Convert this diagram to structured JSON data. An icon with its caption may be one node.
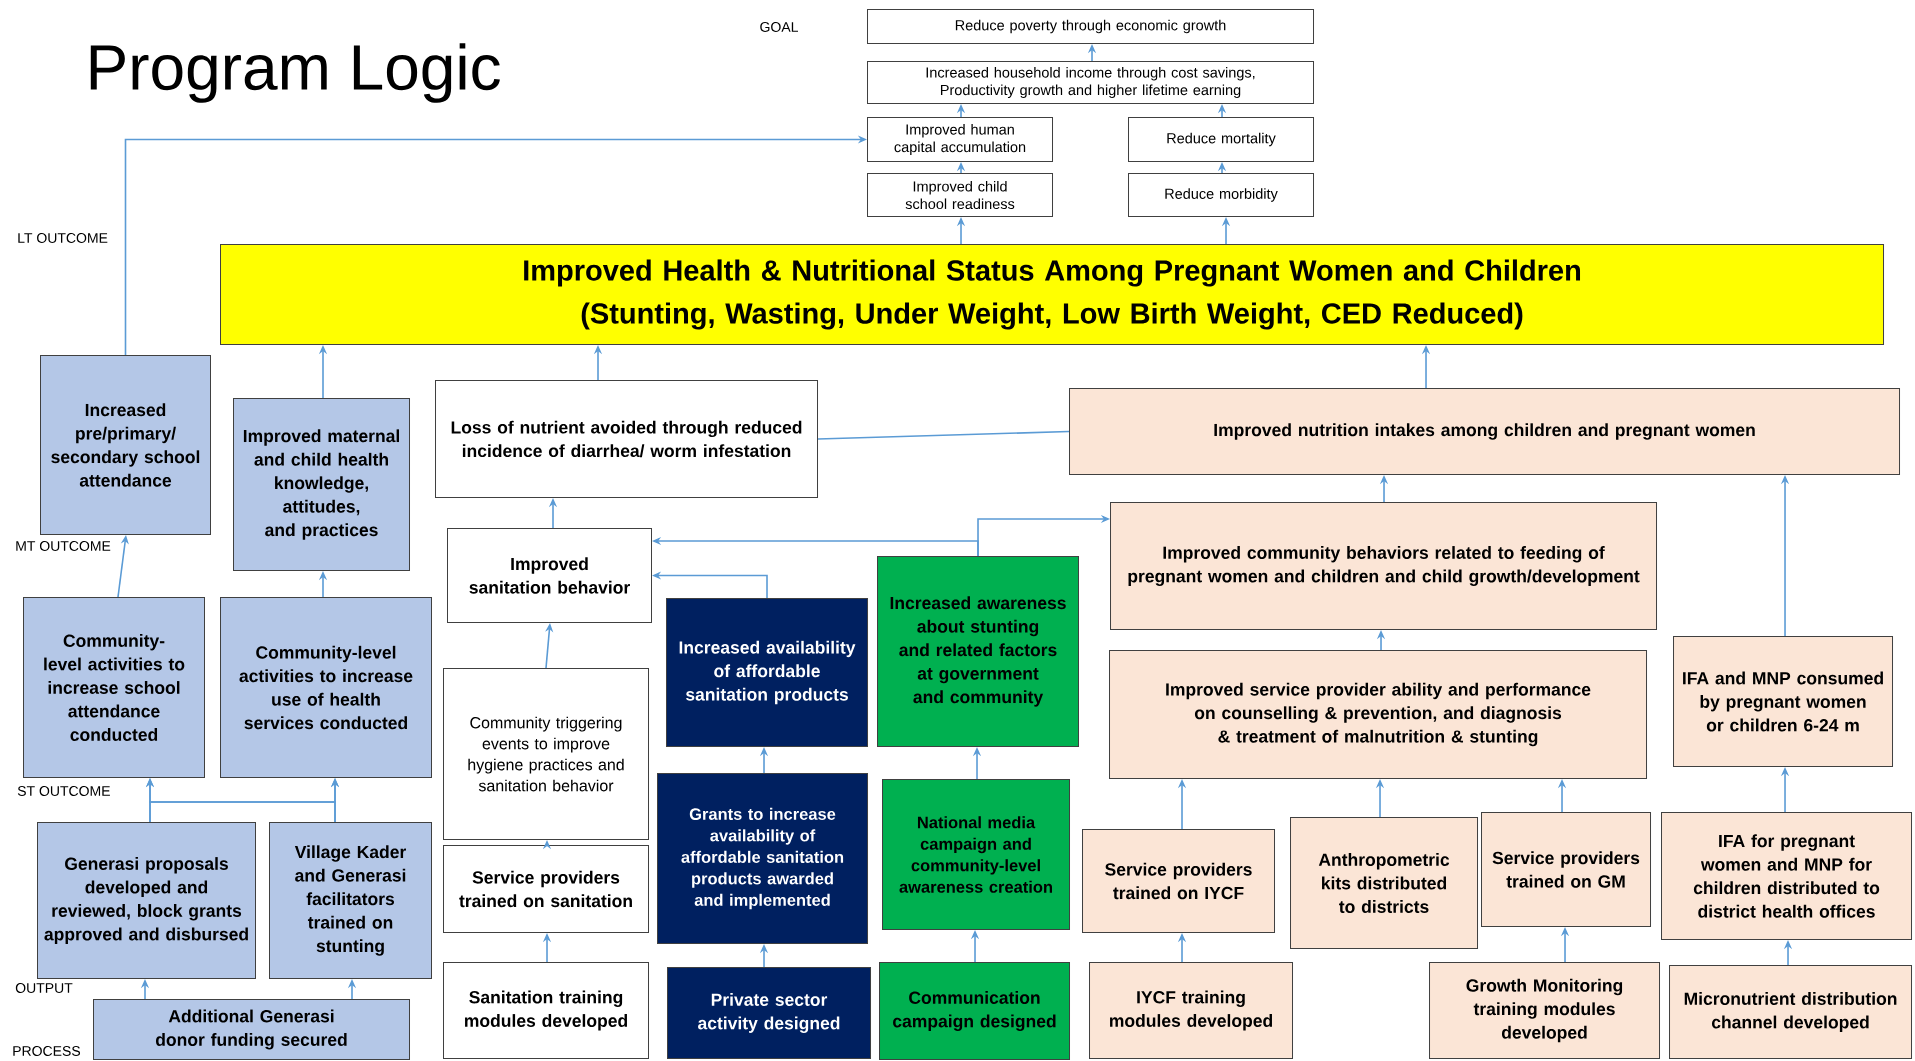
{
  "diagram": {
    "title": "Program Logic",
    "nodes": [
      {
        "text": [
          "Reduce poverty through economic growth"
        ]
      },
      {
        "text": [
          "Increased household income through cost savings, Productivity growth and higher lifetime earning"
        ]
      },
      {
        "text": [
          "Improved human capital accumulation"
        ]
      },
      {
        "text": [
          "Reduce mortality"
        ]
      },
      {
        "text": [
          "Improved child school readiness"
        ]
      },
      {
        "text": [
          "Reduce morbidity"
        ]
      },
      {
        "text": [
          "Improved Health & Nutritional Status Among Pregnant Women and Children (Stunting, Wasting, Under Weight, Low Birth Weight, CED Reduced)"
        ]
      },
      {
        "text": [
          "Increased pre/primary/ secondary school attendance"
        ]
      },
      {
        "text": [
          "Improved maternal and child health knowledge, attitudes, and practices"
        ]
      },
      {
        "text": [
          "Loss of nutrient avoided through reduced incidence of diarrhea/ worm infestation"
        ]
      },
      {
        "text": [
          "Improved nutrition intakes among children and pregnant women"
        ]
      },
      {
        "text": [
          "Improved sanitation behavior"
        ]
      },
      {
        "text": [
          "Improved community behaviors related to feeding of pregnant women and children and child growth/development"
        ]
      },
      {
        "text": [
          "Community-level activities to increase school attendance conducted"
        ]
      },
      {
        "text": [
          "Community-level activities to increase use of health services conducted"
        ]
      },
      {
        "text": [
          "Community triggering events to improve hygiene practices and sanitation behavior"
        ]
      },
      {
        "text": [
          "Increased availability of affordable sanitation products"
        ]
      },
      {
        "text": [
          "Increased awareness about stunting and related factors at government and community"
        ]
      },
      {
        "text": [
          "Improved service provider ability and performance on counselling & prevention, and diagnosis & treatment of malnutrition & stunting"
        ]
      },
      {
        "text": [
          "IFA and MNP consumed by pregnant women or children 6-24 m"
        ]
      },
      {
        "text": [
          "Generasi proposals developed and reviewed, block grants approved and disbursed"
        ]
      },
      {
        "text": [
          "Village Kader and Generasi facilitators trained on stunting"
        ]
      },
      {
        "text": [
          "Service providers trained on sanitation"
        ]
      },
      {
        "text": [
          "Grants to increase availability of affordable sanitation products awarded and implemented"
        ]
      },
      {
        "text": [
          "National media campaign and community-level awareness creation"
        ]
      },
      {
        "text": [
          "Service providers trained on IYCF"
        ]
      },
      {
        "text": [
          "Anthropometric kits distributed to districts"
        ]
      },
      {
        "text": [
          "Service providers trained on GM"
        ]
      },
      {
        "text": [
          "IFA for pregnant women and MNP for children distributed to district health offices"
        ]
      },
      {
        "text": [
          "Additional Generasi donor funding secured"
        ]
      },
      {
        "text": [
          "Sanitation training modules developed"
        ]
      },
      {
        "text": [
          "Private sector activity designed"
        ]
      },
      {
        "text": [
          "Communication campaign designed"
        ]
      },
      {
        "text": [
          "IYCF training modules developed"
        ]
      },
      {
        "text": [
          "Growth Monitoring training modules developed"
        ]
      },
      {
        "text": [
          "Micronutrient distribution channel developed"
        ]
      }
    ],
    "edges": [
      {
        "from": 1,
        "to": 0,
        "arrow": "to"
      },
      {
        "from": 2,
        "to": 1,
        "arrow": "to"
      },
      {
        "from": 3,
        "to": 1,
        "arrow": "to"
      },
      {
        "from": 4,
        "to": 2,
        "arrow": "to"
      },
      {
        "from": 5,
        "to": 3,
        "arrow": "to"
      },
      {
        "from": 6,
        "to": 4,
        "arrow": "to"
      },
      {
        "from": 6,
        "to": 5,
        "arrow": "to"
      },
      {
        "from": 7,
        "to": 2,
        "arrow": "to"
      },
      {
        "from": 8,
        "to": 6,
        "arrow": "to"
      },
      {
        "from": 9,
        "to": 6,
        "arrow": "to"
      },
      {
        "from": 10,
        "to": 6,
        "arrow": "to"
      },
      {
        "from": 9,
        "to": 10,
        "arrow": "none"
      },
      {
        "from": 11,
        "to": 9,
        "arrow": "to"
      },
      {
        "from": 12,
        "to": 10,
        "arrow": "to"
      },
      {
        "from": 19,
        "to": 10,
        "arrow": "to"
      },
      {
        "from": 13,
        "to": 7,
        "arrow": "to"
      },
      {
        "from": 14,
        "to": 8,
        "arrow": "to"
      },
      {
        "from": 15,
        "to": 11,
        "arrow": "to"
      },
      {
        "from": 16,
        "to": 11,
        "arrow": "to"
      },
      {
        "from": 17,
        "to": 11,
        "arrow": "to"
      },
      {
        "from": 17,
        "to": 12,
        "arrow": "to"
      },
      {
        "from": 18,
        "to": 12,
        "arrow": "to"
      },
      {
        "from": 20,
        "to": 13,
        "arrow": "to"
      },
      {
        "from": 20,
        "to": 14,
        "arrow": "to"
      },
      {
        "from": 21,
        "to": 13,
        "arrow": "to"
      },
      {
        "from": 21,
        "to": 14,
        "arrow": "to"
      },
      {
        "from": 22,
        "to": 15,
        "arrow": "to"
      },
      {
        "from": 23,
        "to": 16,
        "arrow": "to"
      },
      {
        "from": 24,
        "to": 17,
        "arrow": "to"
      },
      {
        "from": 25,
        "to": 18,
        "arrow": "to"
      },
      {
        "from": 26,
        "to": 18,
        "arrow": "to"
      },
      {
        "from": 27,
        "to": 18,
        "arrow": "to"
      },
      {
        "from": 28,
        "to": 19,
        "arrow": "to"
      },
      {
        "from": 29,
        "to": 20,
        "arrow": "to"
      },
      {
        "from": 29,
        "to": 21,
        "arrow": "to"
      },
      {
        "from": 30,
        "to": 22,
        "arrow": "to"
      },
      {
        "from": 31,
        "to": 23,
        "arrow": "to"
      },
      {
        "from": 32,
        "to": 24,
        "arrow": "to"
      },
      {
        "from": 33,
        "to": 25,
        "arrow": "to"
      },
      {
        "from": 34,
        "to": 27,
        "arrow": "to"
      },
      {
        "from": 35,
        "to": 28,
        "arrow": "to"
      }
    ],
    "labels": [
      "GOAL",
      "LT OUTCOME",
      "MT OUTCOME",
      "ST OUTCOME",
      "OUTPUT",
      "PROCESS"
    ]
  }
}
